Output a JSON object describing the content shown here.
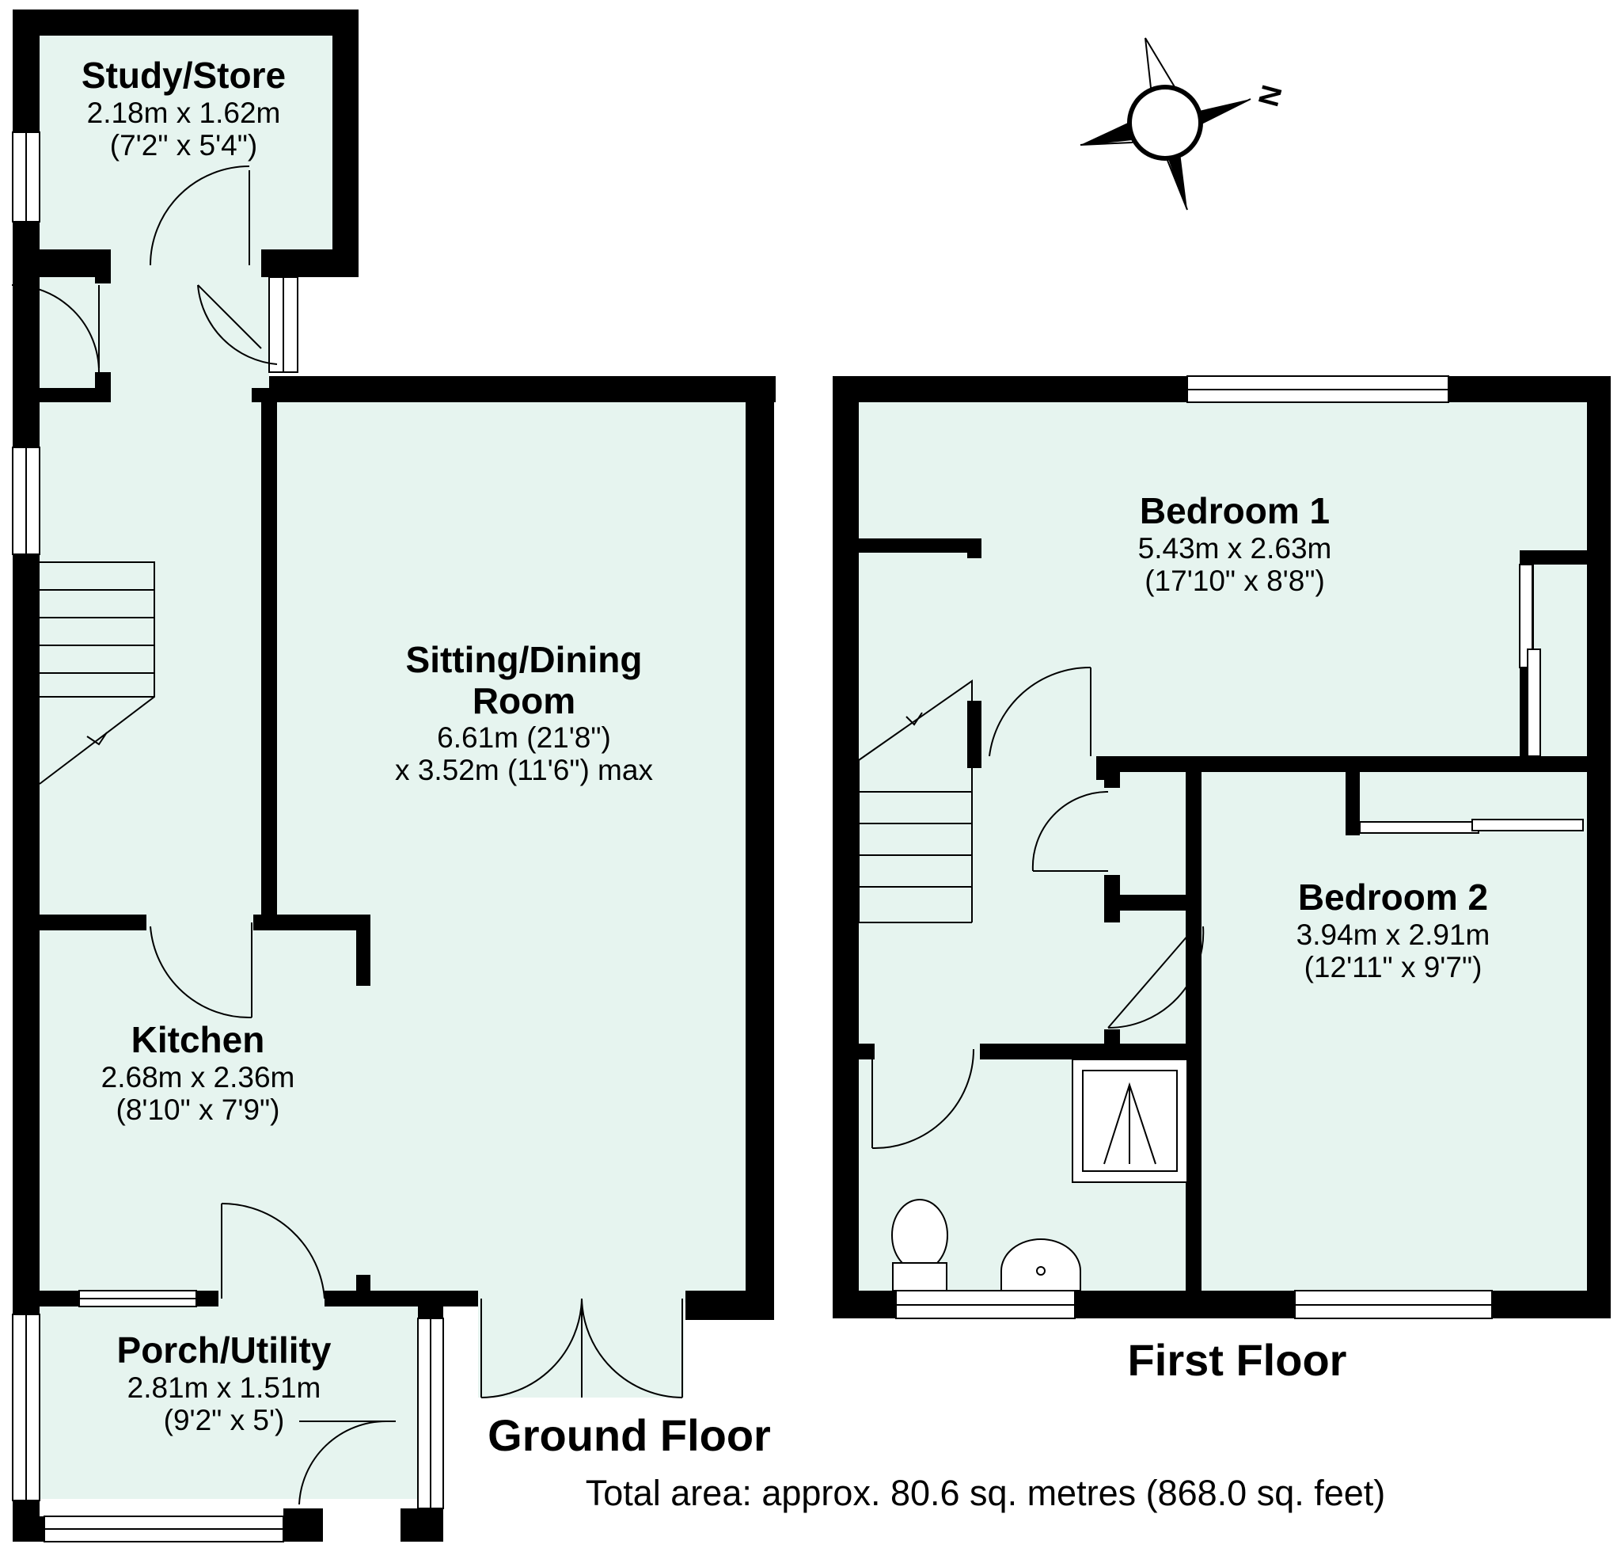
{
  "rooms": {
    "study": {
      "name": "Study/Store",
      "dim1": "2.18m x 1.62m",
      "dim2": "(7'2\" x 5'4\")"
    },
    "sitting": {
      "name1": "Sitting/Dining",
      "name2": "Room",
      "dim1": "6.61m (21'8\")",
      "dim2": "x 3.52m (11'6\") max"
    },
    "kitchen": {
      "name": "Kitchen",
      "dim1": "2.68m x 2.36m",
      "dim2": "(8'10\" x 7'9\")"
    },
    "porch": {
      "name": "Porch/Utility",
      "dim1": "2.81m x 1.51m",
      "dim2": "(9'2\" x 5')"
    },
    "bedroom1": {
      "name": "Bedroom 1",
      "dim1": "5.43m x 2.63m",
      "dim2": "(17'10\" x 8'8\")"
    },
    "bedroom2": {
      "name": "Bedroom 2",
      "dim1": "3.94m x 2.91m",
      "dim2": "(12'11\" x 9'7\")"
    }
  },
  "floors": {
    "ground": "Ground Floor",
    "first": "First Floor"
  },
  "total_area": "Total area: approx. 80.6 sq. metres (868.0 sq. feet)",
  "compass": {
    "north_label": "N"
  },
  "colors": {
    "room_fill": "#e6f4ef",
    "wall": "#000000",
    "background": "#ffffff"
  }
}
